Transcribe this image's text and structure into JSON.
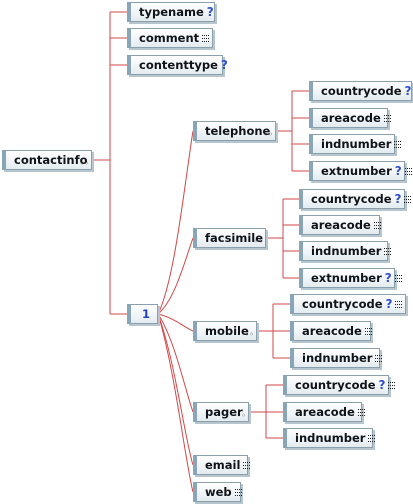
{
  "root": {
    "label": "contactinfo"
  },
  "attributes": [
    {
      "label": "typename",
      "badge": "?"
    },
    {
      "label": "comment",
      "badge": ""
    },
    {
      "label": "contenttype",
      "badge": "?"
    }
  ],
  "sequence": {
    "label": "1"
  },
  "groups": [
    {
      "label": "telephone",
      "children": [
        {
          "label": "countrycode",
          "badge": "?"
        },
        {
          "label": "areacode",
          "badge": ""
        },
        {
          "label": "indnumber",
          "badge": ""
        },
        {
          "label": "extnumber",
          "badge": "?"
        }
      ]
    },
    {
      "label": "facsimile",
      "children": [
        {
          "label": "countrycode",
          "badge": "?"
        },
        {
          "label": "areacode",
          "badge": ""
        },
        {
          "label": "indnumber",
          "badge": ""
        },
        {
          "label": "extnumber",
          "badge": "?"
        }
      ]
    },
    {
      "label": "mobile",
      "children": [
        {
          "label": "countrycode",
          "badge": "?"
        },
        {
          "label": "areacode",
          "badge": ""
        },
        {
          "label": "indnumber",
          "badge": ""
        }
      ]
    },
    {
      "label": "pager",
      "children": [
        {
          "label": "countrycode",
          "badge": "?"
        },
        {
          "label": "areacode",
          "badge": ""
        },
        {
          "label": "indnumber",
          "badge": ""
        }
      ]
    }
  ],
  "leaves": [
    {
      "label": "email"
    },
    {
      "label": "web"
    }
  ],
  "colors": {
    "connector": "#d04848",
    "node_border": "#8aa0ac",
    "optional_mark": "#2f4fd0"
  }
}
